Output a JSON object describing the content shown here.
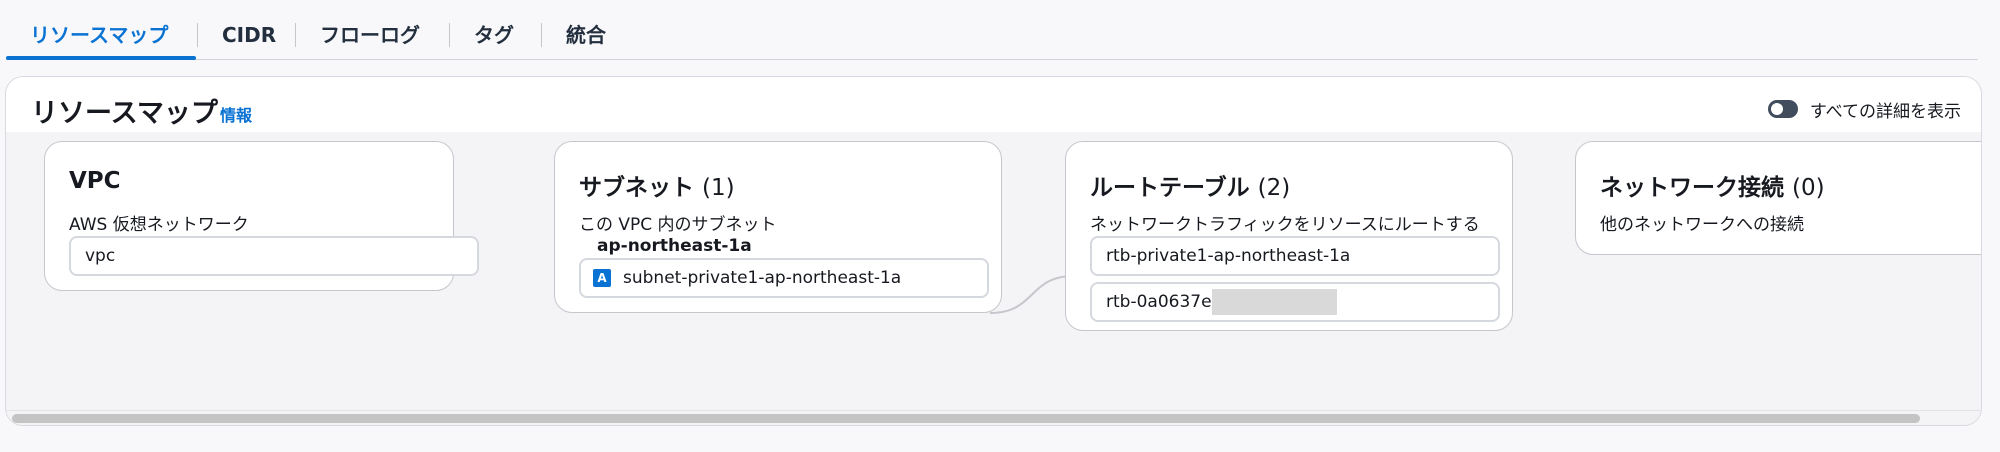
{
  "tabs": [
    {
      "label": "リソースマップ",
      "active": true
    },
    {
      "label": "CIDR"
    },
    {
      "label": "フローログ"
    },
    {
      "label": "タグ"
    },
    {
      "label": "統合"
    }
  ],
  "header": {
    "title": "リソースマップ",
    "info": "情報",
    "toggle_label": "すべての詳細を表示"
  },
  "cards": {
    "vpc": {
      "title": "VPC",
      "desc": "AWS 仮想ネットワーク",
      "resource": "vpc"
    },
    "subnet": {
      "title": "サブネット",
      "count": "(1)",
      "desc": "この VPC 内のサブネット",
      "az": "ap-northeast-1a",
      "badge": "A",
      "resource": "subnet-private1-ap-northeast-1a"
    },
    "route": {
      "title": "ルートテーブル",
      "count": "(2)",
      "desc": "ネットワークトラフィックをリソースにルートする",
      "resources": [
        "rtb-private1-ap-northeast-1a",
        "rtb-0a0637e"
      ]
    },
    "network": {
      "title": "ネットワーク接続",
      "count": "(0)",
      "desc": "他のネットワークへの接続"
    }
  },
  "colors": {
    "accent": "#0972d3",
    "toggle": "#414d5c"
  }
}
